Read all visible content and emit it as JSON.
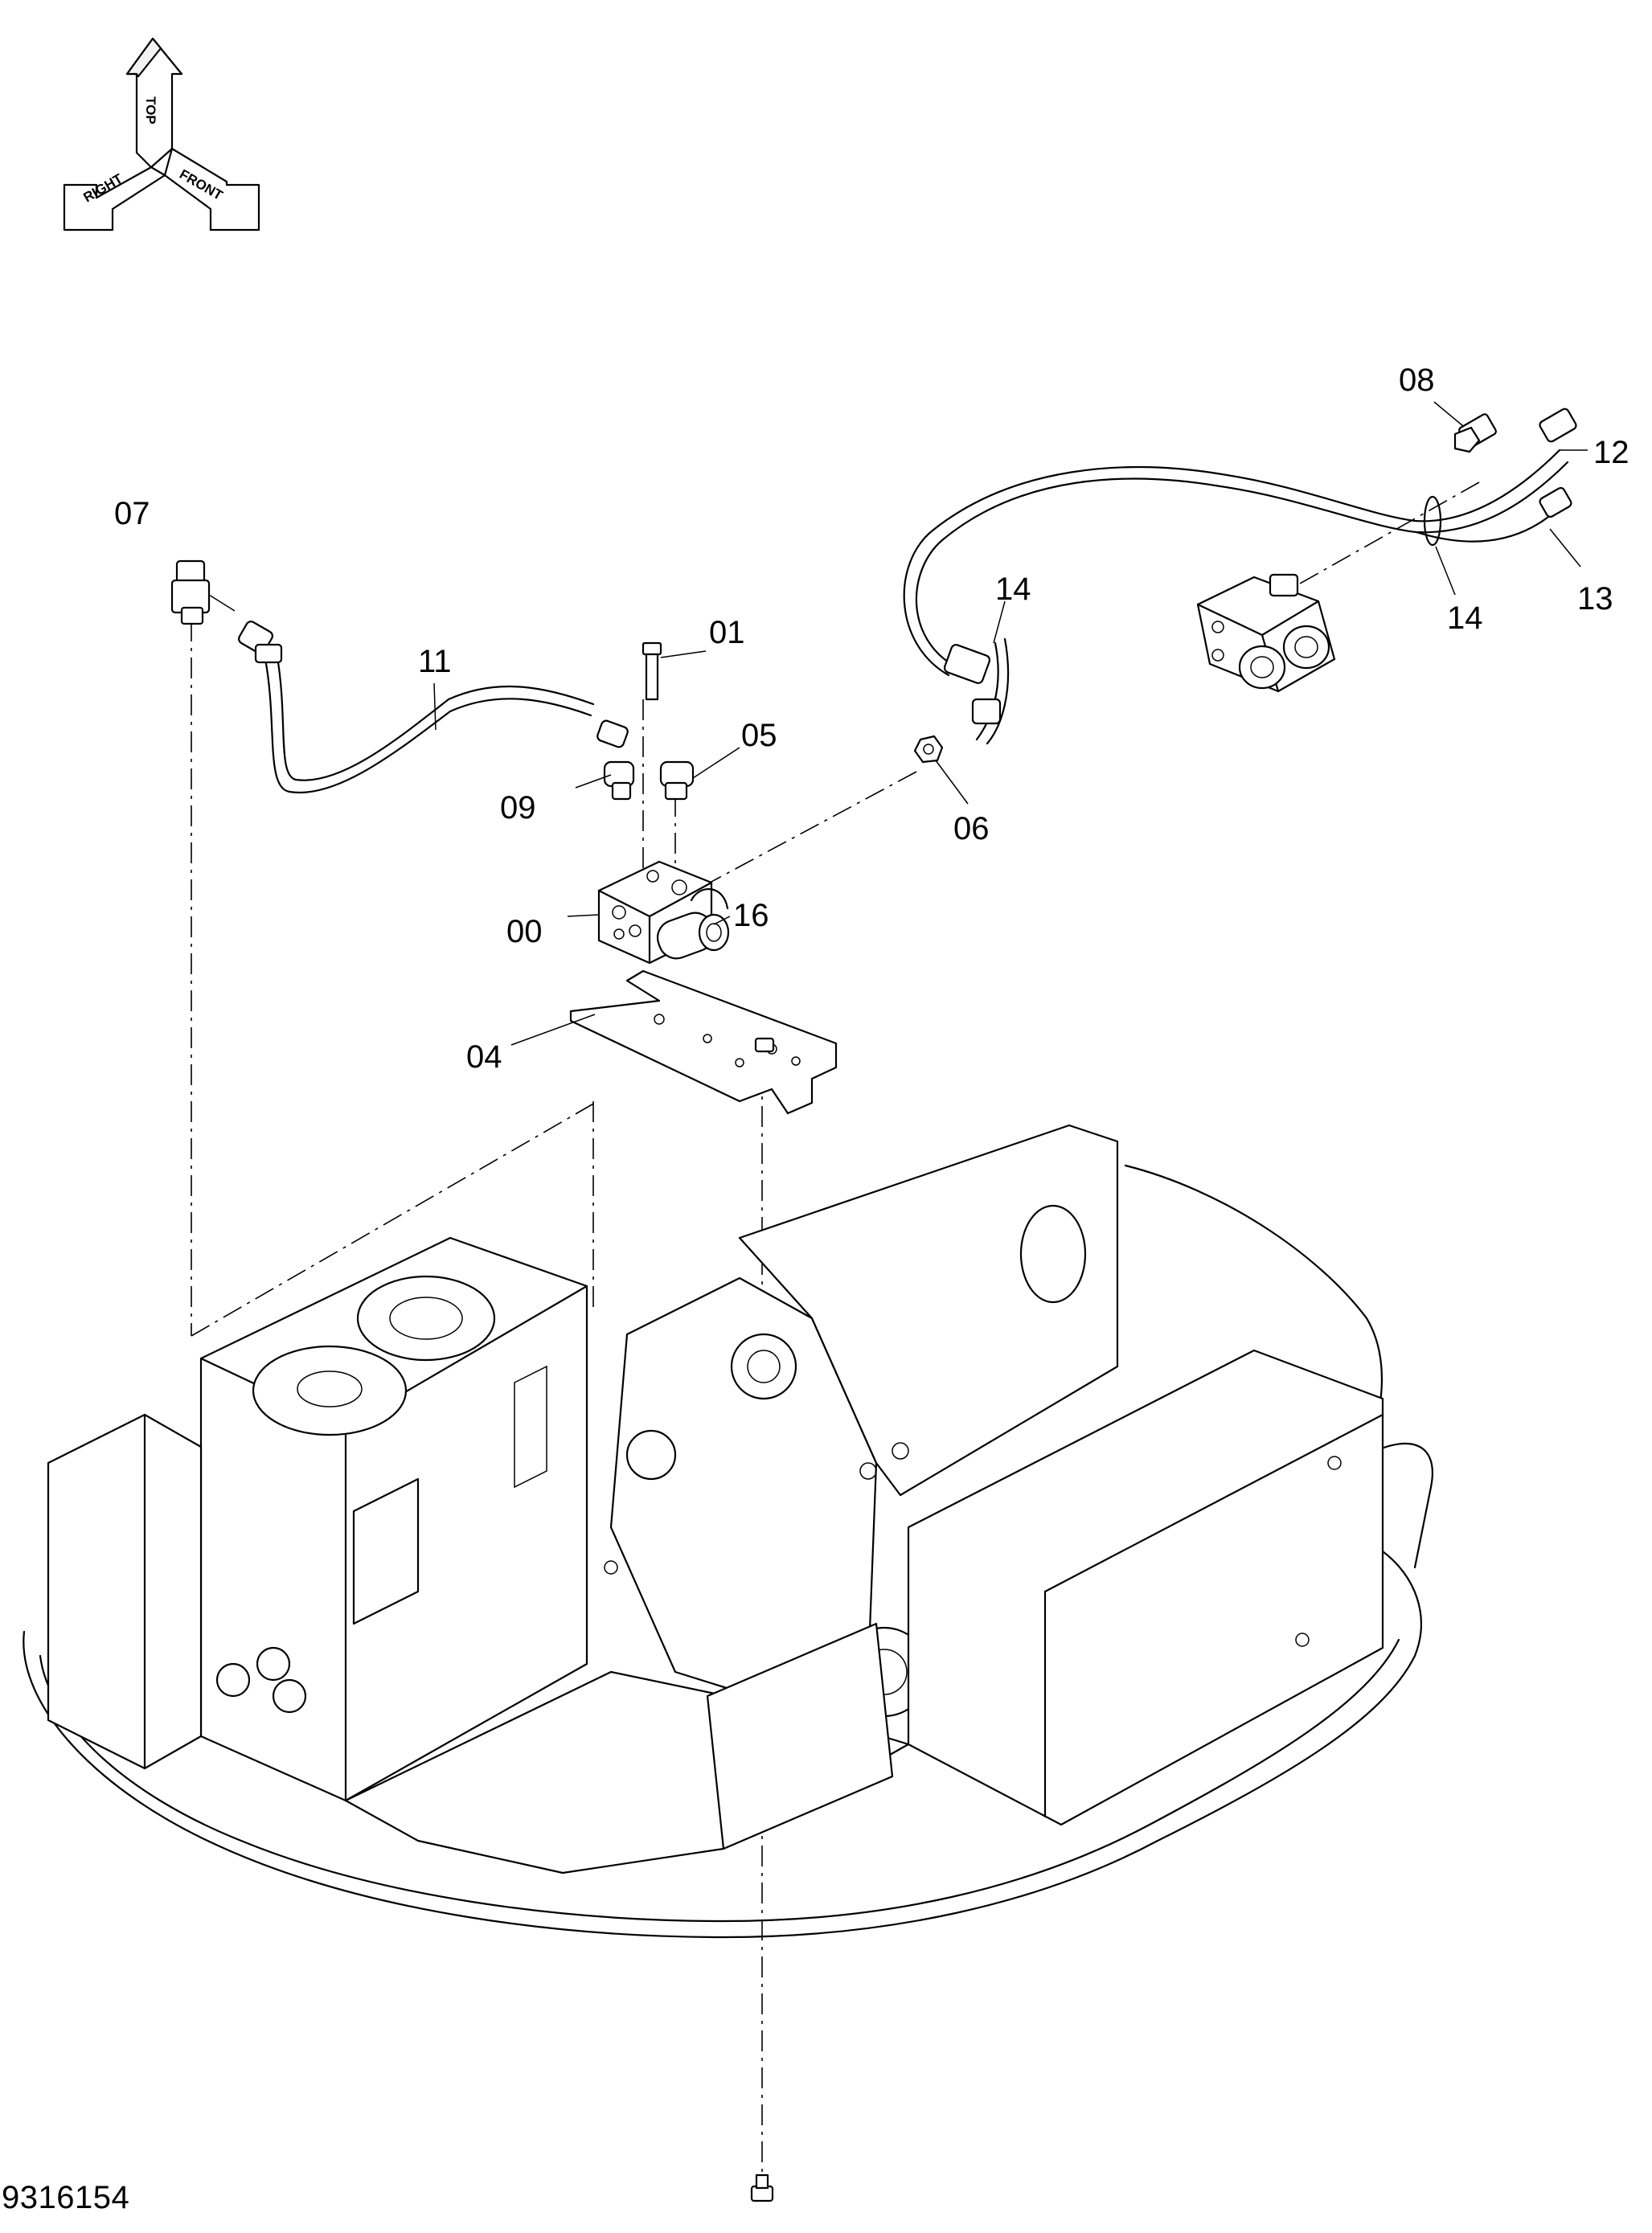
{
  "orientation": {
    "top": "TOP",
    "right": "RIGHT",
    "front": "FRONT"
  },
  "callouts": {
    "c00": "00",
    "c01": "01",
    "c04": "04",
    "c05": "05",
    "c06": "06",
    "c07": "07",
    "c08": "08",
    "c09": "09",
    "c11": "11",
    "c12": "12",
    "c13": "13",
    "c14a": "14",
    "c14b": "14",
    "c16": "16"
  },
  "document_number": "9316154"
}
